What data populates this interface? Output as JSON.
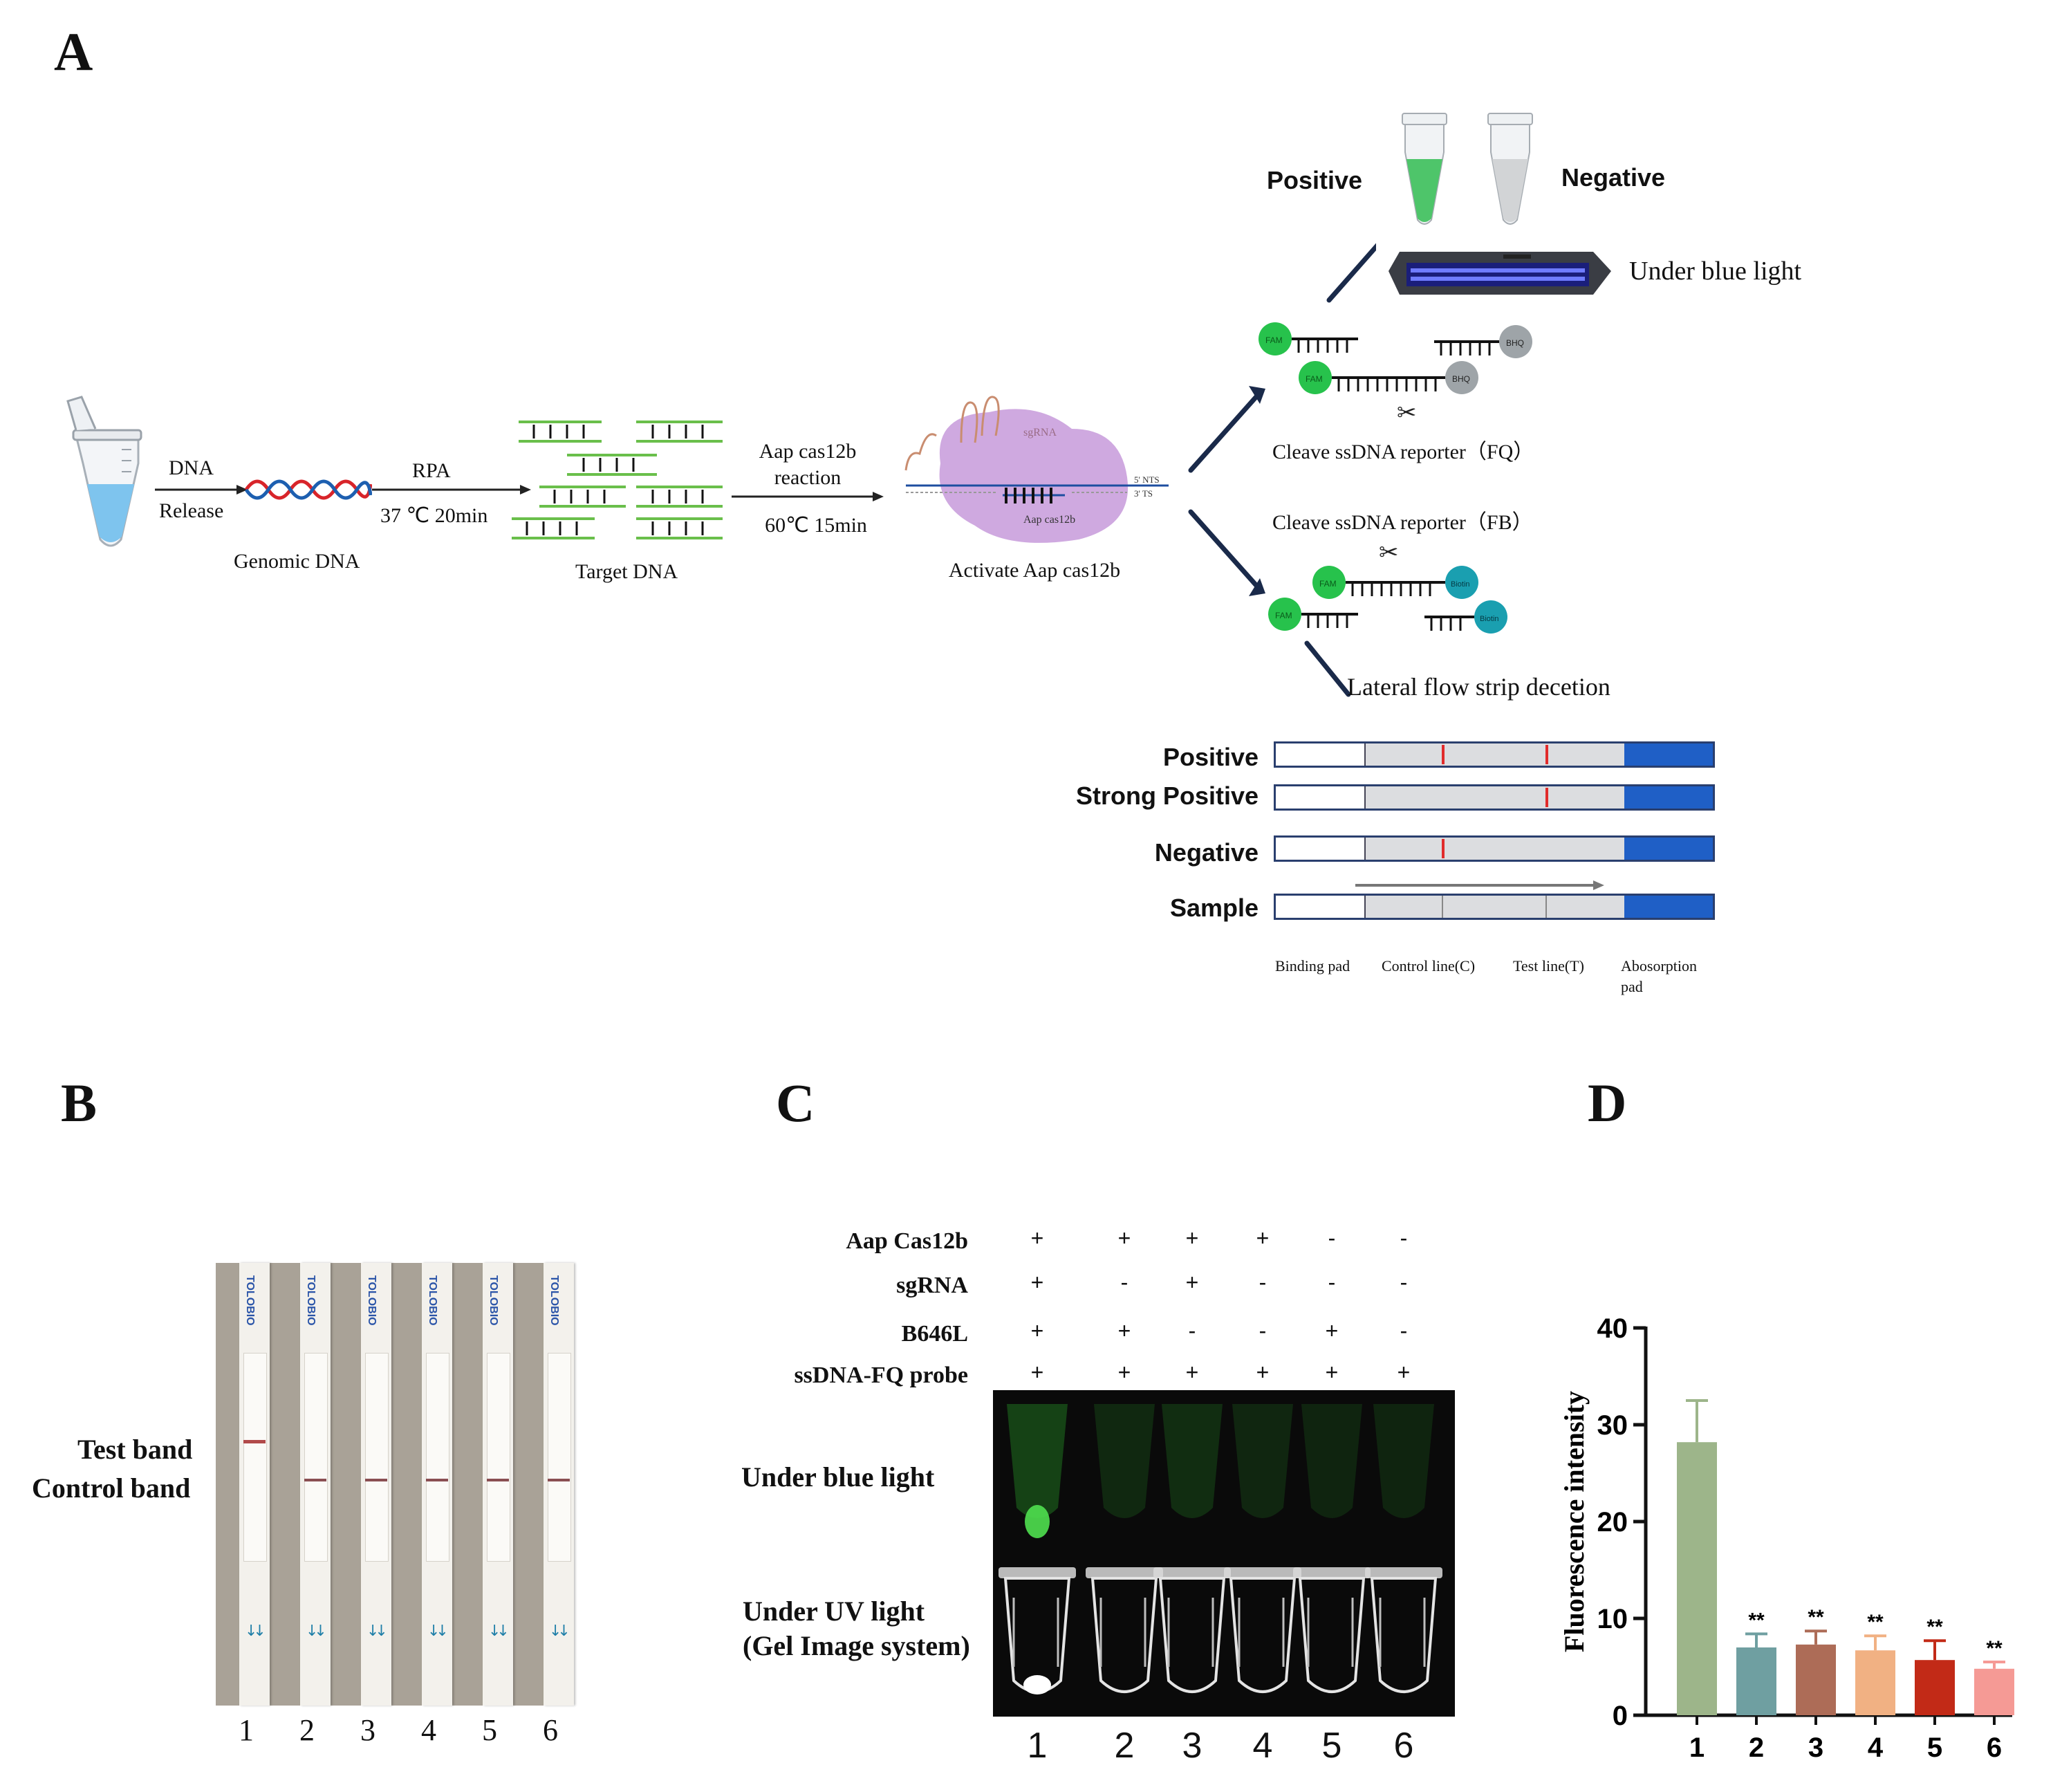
{
  "panels": {
    "A": "A",
    "B": "B",
    "C": "C",
    "D": "D"
  },
  "panel_a": {
    "dna_release": {
      "line1": "DNA",
      "line2": "Release"
    },
    "genomic_dna": "Genomic DNA",
    "rpa": {
      "top": "RPA",
      "bottom": "37 ℃  20min"
    },
    "target_dna": "Target  DNA",
    "cas_reaction": {
      "line1": "Aap cas12b",
      "line2": "reaction",
      "bottom": "60℃  15min"
    },
    "activate": "Activate Aap cas12b",
    "complex_labels": {
      "sgrna": "sgRNA",
      "protein": "Aap cas12b",
      "nts": "5' NTS",
      "ts": "3' TS"
    },
    "positive": "Positive",
    "negative": "Negative",
    "under_blue_light": "Under blue light",
    "fq_label": "Cleave ssDNA reporter（FQ）",
    "fb_label": "Cleave ssDNA reporter（FB）",
    "fam": "FAM",
    "bhq": "BHQ",
    "biotin": "Biotin",
    "lateral_flow": "Lateral  flow strip decetion",
    "strip_rows": [
      "Positive",
      "Strong Positive",
      "Negative",
      "Sample"
    ],
    "strip_parts": {
      "binding": "Binding pad",
      "control": "Control line(C)",
      "test": "Test line(T)",
      "absorption": "Abosorption",
      "absorption2": "pad"
    }
  },
  "panel_b": {
    "test_band": "Test band",
    "control_band": "Control band",
    "lanes": [
      "1",
      "2",
      "3",
      "4",
      "5",
      "6"
    ],
    "strip_brand": "TOLOBIO"
  },
  "panel_c": {
    "rows": [
      {
        "label": "Aap Cas12b",
        "signs": [
          "+",
          "+",
          "+",
          "+",
          "-",
          "-"
        ]
      },
      {
        "label": "sgRNA",
        "signs": [
          "+",
          "-",
          "+",
          "-",
          "-",
          "-"
        ]
      },
      {
        "label": "B646L",
        "signs": [
          "+",
          "+",
          "-",
          "-",
          "+",
          "-"
        ]
      },
      {
        "label": "ssDNA-FQ probe",
        "signs": [
          "+",
          "+",
          "+",
          "+",
          "+",
          "+"
        ]
      }
    ],
    "under_blue": "Under blue light",
    "under_uv": {
      "line1": "Under UV light",
      "line2": "(Gel Image system)"
    },
    "lanes": [
      "1",
      "2",
      "3",
      "4",
      "5",
      "6"
    ]
  },
  "chart_data": {
    "type": "bar",
    "ylabel": "Fluorescence intensity",
    "xlabel": "",
    "ylim": [
      0,
      40
    ],
    "yticks": [
      0,
      10,
      20,
      30,
      40
    ],
    "categories": [
      "1",
      "2",
      "3",
      "4",
      "5",
      "6"
    ],
    "values": [
      28.2,
      7.0,
      7.3,
      6.7,
      5.7,
      4.8
    ],
    "errors": [
      4.3,
      1.4,
      1.4,
      1.5,
      2.0,
      0.7
    ],
    "significance": [
      "",
      "**",
      "**",
      "**",
      "**",
      "**"
    ],
    "colors": [
      "#9db58a",
      "#6f9fa1",
      "#ad6c57",
      "#f1b183",
      "#c22a17",
      "#f59a95"
    ]
  }
}
